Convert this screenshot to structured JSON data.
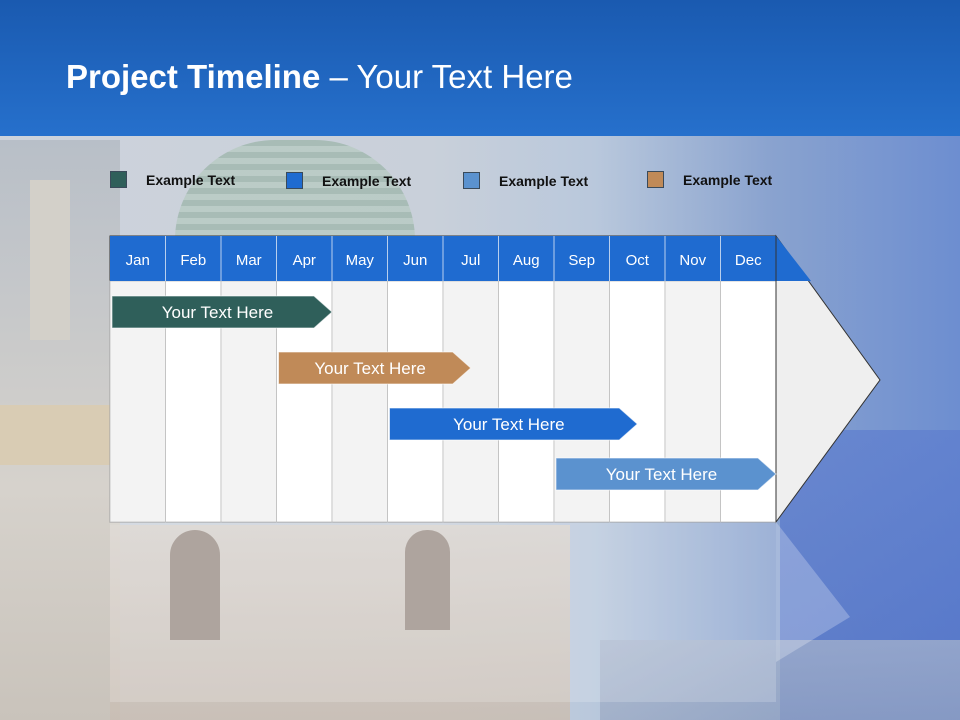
{
  "title": {
    "bold": "Project Timeline",
    "rest": " – Your Text Here"
  },
  "legend": [
    {
      "label": "Example Text",
      "color": "#2f5f5a"
    },
    {
      "label": "Example Text",
      "color": "#1f6bd0"
    },
    {
      "label": "Example Text",
      "color": "#5b92cf"
    },
    {
      "label": "Example Text",
      "color": "#c08a58"
    }
  ],
  "months": [
    "Jan",
    "Feb",
    "Mar",
    "Apr",
    "May",
    "Jun",
    "Jul",
    "Aug",
    "Sep",
    "Oct",
    "Nov",
    "Dec"
  ],
  "tasks": [
    {
      "label": "Your  Text Here",
      "start_month": 1,
      "end_month": 4.0,
      "color": "#2f5f5a"
    },
    {
      "label": "Your  Text Here",
      "start_month": 4.0,
      "end_month": 6.5,
      "color": "#c08a58"
    },
    {
      "label": "Your  Text Here",
      "start_month": 6.0,
      "end_month": 9.5,
      "color": "#1f6bd0"
    },
    {
      "label": "Your  Text Here",
      "start_month": 9.0,
      "end_month": 12.0,
      "color": "#5b92cf"
    }
  ],
  "colors": {
    "header": "#2670cc",
    "month_header": "#1f6bd0"
  }
}
